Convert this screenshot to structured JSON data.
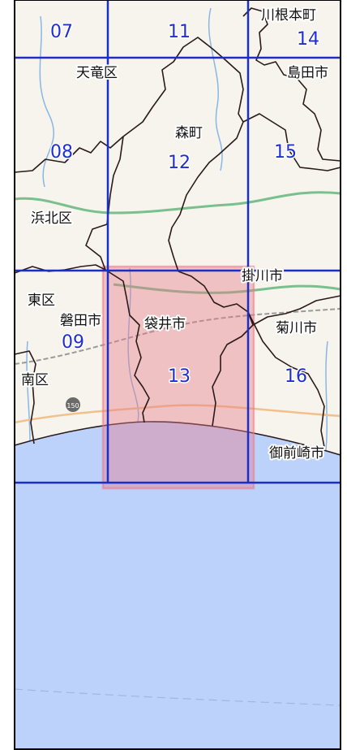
{
  "colors": {
    "land": "#f6f4ec",
    "sea": "#bcd2fb",
    "grid_line": "#1a2ec8",
    "grid_number": "#1f2fd0",
    "boundary": "#2a1a1a",
    "highlight_fill": "#e87a8a",
    "expressway": "#79c08e",
    "national_road": "#f2c08a",
    "railway": "#9a9a9a",
    "river": "#8ab6e6"
  },
  "highlighted_cell": "13",
  "grid_cells": [
    {
      "id": "07",
      "label": "07"
    },
    {
      "id": "08",
      "label": "08"
    },
    {
      "id": "09",
      "label": "09"
    },
    {
      "id": "11",
      "label": "11"
    },
    {
      "id": "12",
      "label": "12"
    },
    {
      "id": "13",
      "label": "13"
    },
    {
      "id": "14",
      "label": "14"
    },
    {
      "id": "15",
      "label": "15"
    },
    {
      "id": "16",
      "label": "16"
    }
  ],
  "municipality_labels": [
    {
      "id": "kawanehon",
      "text": "川根本町"
    },
    {
      "id": "tenryu",
      "text": "天竜区"
    },
    {
      "id": "shimada",
      "text": "島田市"
    },
    {
      "id": "mori",
      "text": "森町"
    },
    {
      "id": "hamakita",
      "text": "浜北区"
    },
    {
      "id": "kakegawa",
      "text": "掛川市"
    },
    {
      "id": "higashi",
      "text": "東区"
    },
    {
      "id": "iwata",
      "text": "磐田市"
    },
    {
      "id": "fukuroi",
      "text": "袋井市"
    },
    {
      "id": "kikugawa",
      "text": "菊川市"
    },
    {
      "id": "minami",
      "text": "南区"
    },
    {
      "id": "omaezaki",
      "text": "御前崎市"
    }
  ],
  "route_shield": "150"
}
